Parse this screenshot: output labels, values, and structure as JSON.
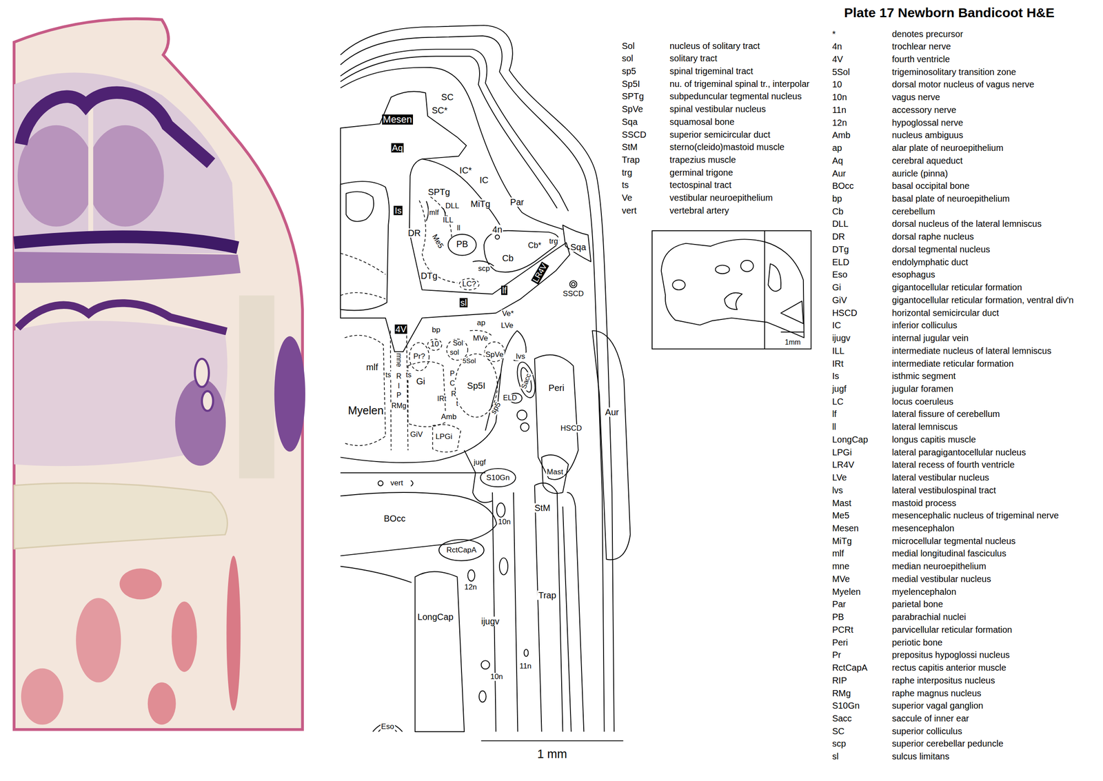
{
  "diagram": {
    "title": "Plate 17 Newborn Bandicoot H&E",
    "labels": [
      "SC",
      "SC*",
      "Mesen",
      "Aq",
      "IC*",
      "IC",
      "SPTg",
      "Is",
      "Par",
      "DLL",
      "mlf",
      "MiTg",
      "ILL",
      "ll",
      "4n",
      "DR",
      "Me5",
      "PB",
      "Cb*",
      "trg",
      "Sqa",
      "Cb",
      "scp",
      "DTg",
      "LC?",
      "LR4V",
      "lf",
      "SSCD",
      "Ve*",
      "sl",
      "ap",
      "LVe",
      "4V",
      "bp",
      "MVe",
      "10",
      "Sol",
      "sol",
      "Pr?",
      "SpVe",
      "lvs",
      "5Sol",
      "mne",
      "mlf",
      "ts",
      "R",
      "ts",
      "P",
      "Sp5I",
      "Sacc",
      "Gi",
      "C",
      "Peri",
      "I",
      "R",
      "P",
      "ELD",
      "IRt",
      "t",
      "RMg",
      "sp5",
      "Myelen",
      "Aur",
      "Amb",
      "HSCD",
      "GiV",
      "LPGi",
      "jugf",
      "Mast",
      "S10Gn",
      "vert",
      "StM",
      "BOcc",
      "10n",
      "RctCapA",
      "12n",
      "Trap",
      "LongCap",
      "ijugv",
      "11n",
      "10n",
      "Eso",
      "1 mm",
      "1mm",
      "Sol",
      "nucleus of solitary tract",
      "sol",
      "solitary tract",
      "sp5",
      "spinal trigeminal tract",
      "Sp5I",
      "nu. of trigeminal spinal tr., interpolar",
      "SPTg",
      "subpeduncular tegmental nucleus",
      "SpVe",
      "spinal vestibular nucleus",
      "Sqa",
      "squamosal bone",
      "SSCD",
      "superior semicircular duct",
      "StM",
      "sterno(cleido)mastoid muscle",
      "Trap",
      "trapezius muscle",
      "trg",
      "germinal trigone",
      "ts",
      "tectospinal tract",
      "Ve",
      "vestibular neuroepithelium",
      "vert",
      "vertebral artery",
      "*",
      "denotes precursor",
      "4n",
      "trochlear nerve",
      "4V",
      "fourth ventricle",
      "5Sol",
      "trigeminosolitary transition zone",
      "10",
      "dorsal motor nucleus of vagus nerve",
      "10n",
      "vagus nerve",
      "11n",
      "accessory nerve",
      "12n",
      "hypoglossal nerve",
      "Amb",
      "nucleus ambiguus",
      "ap",
      "alar plate of neuroepithelium",
      "Aq",
      "cerebral aqueduct",
      "Aur",
      "auricle (pinna)",
      "BOcc",
      "basal occipital bone",
      "bp",
      "basal plate of neuroepithelium",
      "Cb",
      "cerebellum",
      "DLL",
      "dorsal nucleus of the lateral lemniscus",
      "DR",
      "dorsal raphe nucleus",
      "DTg",
      "dorsal tegmental nucleus",
      "ELD",
      "endolymphatic duct",
      "Eso",
      "esophagus",
      "Gi",
      "gigantocellular reticular formation",
      "GiV",
      "gigantocellular reticular formation, ventral div'n",
      "HSCD",
      "horizontal semicircular duct",
      "IC",
      "inferior colliculus",
      "ijugv",
      "internal jugular vein",
      "ILL",
      "intermediate nucleus of lateral lemniscus",
      "IRt",
      "intermediate reticular formation",
      "Is",
      "isthmic segment",
      "jugf",
      "jugular foramen",
      "LC",
      "locus coeruleus",
      "lf",
      "lateral fissure of cerebellum",
      "ll",
      "lateral lemniscus",
      "LongCap",
      "longus capitis muscle",
      "LPGi",
      "lateral paragigantocellular nucleus",
      "LR4V",
      "lateral recess of fourth ventricle",
      "LVe",
      "lateral vestibular nucleus",
      "lvs",
      "lateral vestibulospinal tract",
      "Mast",
      "mastoid process",
      "Me5",
      "mesencephalic nucleus of trigeminal nerve",
      "Mesen",
      "mesencephalon",
      "MiTg",
      "microcellular tegmental nucleus",
      "mlf",
      "medial longitudinal fasciculus",
      "mne",
      "median neuroepithelium",
      "MVe",
      "medial vestibular nucleus",
      "Myelen",
      "myelencephalon",
      "Par",
      "parietal bone",
      "PB",
      "parabrachial nuclei",
      "PCRt",
      "parvicellular reticular formation",
      "Peri",
      "periotic bone",
      "Pr",
      "prepositus hypoglossi nucleus",
      "RctCapA",
      "rectus capitis anterior muscle",
      "RIP",
      "raphe interpositus nucleus",
      "RMg",
      "raphe magnus nucleus",
      "S10Gn",
      "superior vagal ganglion",
      "Sacc",
      "saccule of inner ear",
      "SC",
      "superior colliculus",
      "scp",
      "superior cerebellar peduncle",
      "sl",
      "sulcus limitans"
    ]
  }
}
